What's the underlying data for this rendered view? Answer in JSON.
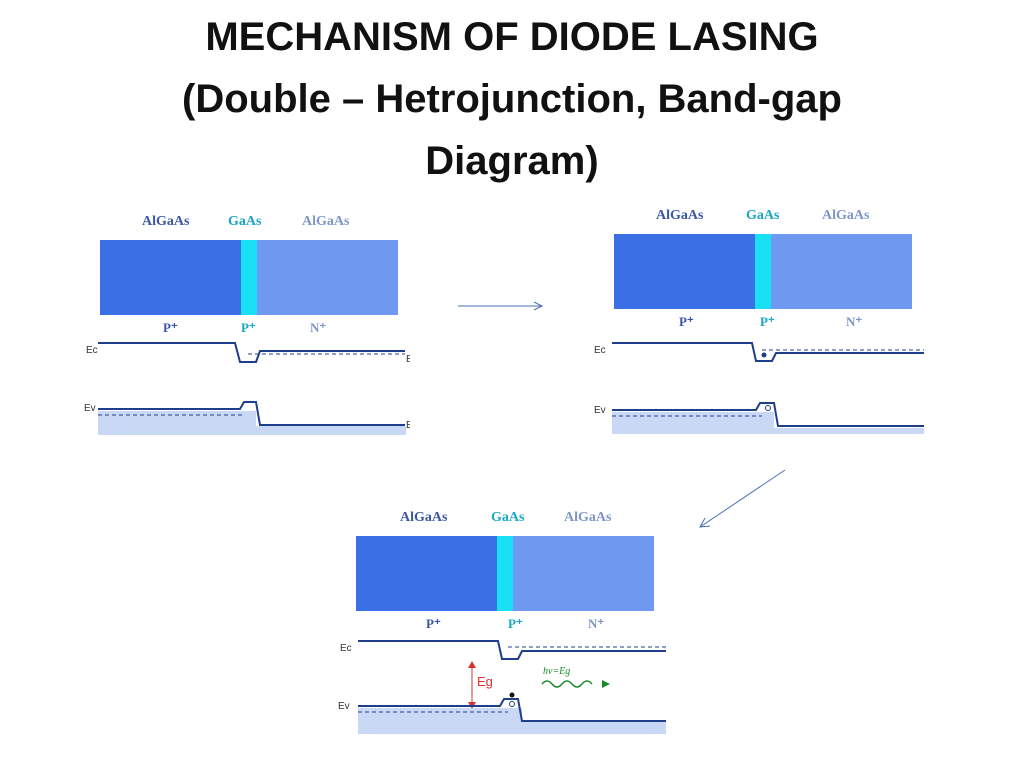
{
  "title": {
    "line1": "MECHANISM OF DIODE LASING",
    "line2": "(Double – Hetrojunction, Band-gap",
    "line3": "Diagram)"
  },
  "diagram_labels": {
    "materials": [
      "AlGaAs",
      "GaAs",
      "AlGaAs"
    ],
    "doping": [
      "P⁺",
      "P⁺",
      "N⁺"
    ],
    "conduction_band": "Ec",
    "valence_band": "Ev",
    "band_gap": "Eg",
    "photon": "hv=Eg"
  },
  "colors": {
    "outer_layer": "#3a6fe6",
    "active_layer": "#19e0f2",
    "right_layer": "#6f98f0",
    "band_line": "#1f3f8c",
    "fill": "#c9d8f5",
    "gap_arrow": "#d33333",
    "photon": "#1a8a2a",
    "flow_arrow": "#4a6fb5"
  }
}
